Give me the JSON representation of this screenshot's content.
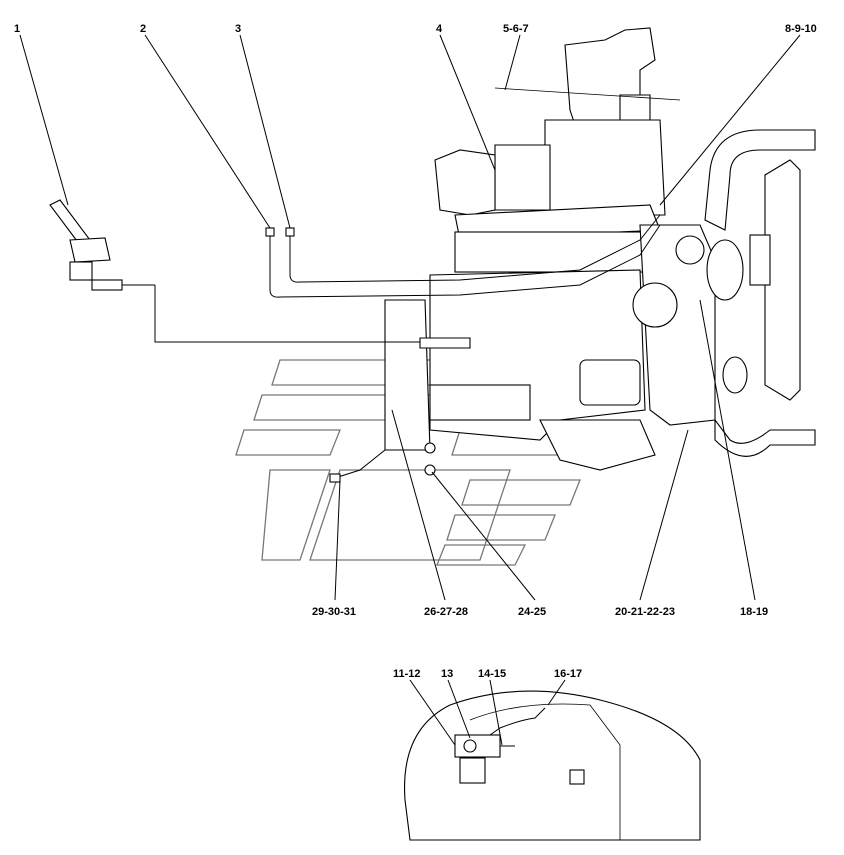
{
  "callouts": {
    "c1": "1",
    "c2": "2",
    "c3": "3",
    "c4": "4",
    "c5": "5-6-7",
    "c8": "8-9-10",
    "c29": "29-30-31",
    "c26": "26-27-28",
    "c24": "24-25",
    "c20": "20-21-22-23",
    "c18": "18-19",
    "c11": "11-12",
    "c13": "13",
    "c14": "14-15",
    "c16": "16-17"
  }
}
